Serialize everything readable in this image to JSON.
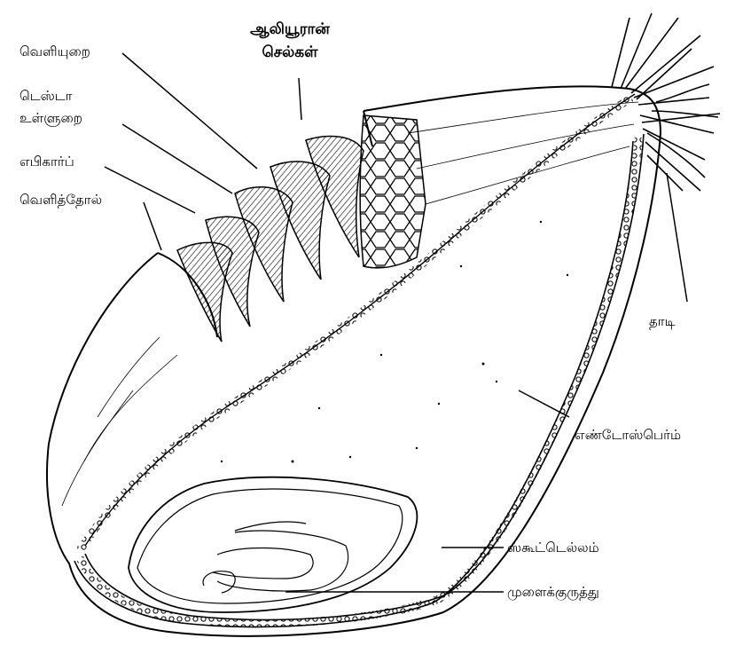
{
  "labels": {
    "pericarp": "வெளியுறை",
    "aleurone_line1": "ஆலியூரான்",
    "aleurone_line2": "செல்கள்",
    "testa_line1": "டெஸ்டா",
    "testa_line2": "உள்ளுறை",
    "epicarp": "எபிகார்ப்",
    "outer_skin": "வெளித்தோல்",
    "beard": "தாடி",
    "endosperm": "எண்டோஸ்பெர்ம்",
    "scutellum": "ஸ்கூட்டெல்லம்",
    "embryo": "முளைக்குருத்து"
  }
}
